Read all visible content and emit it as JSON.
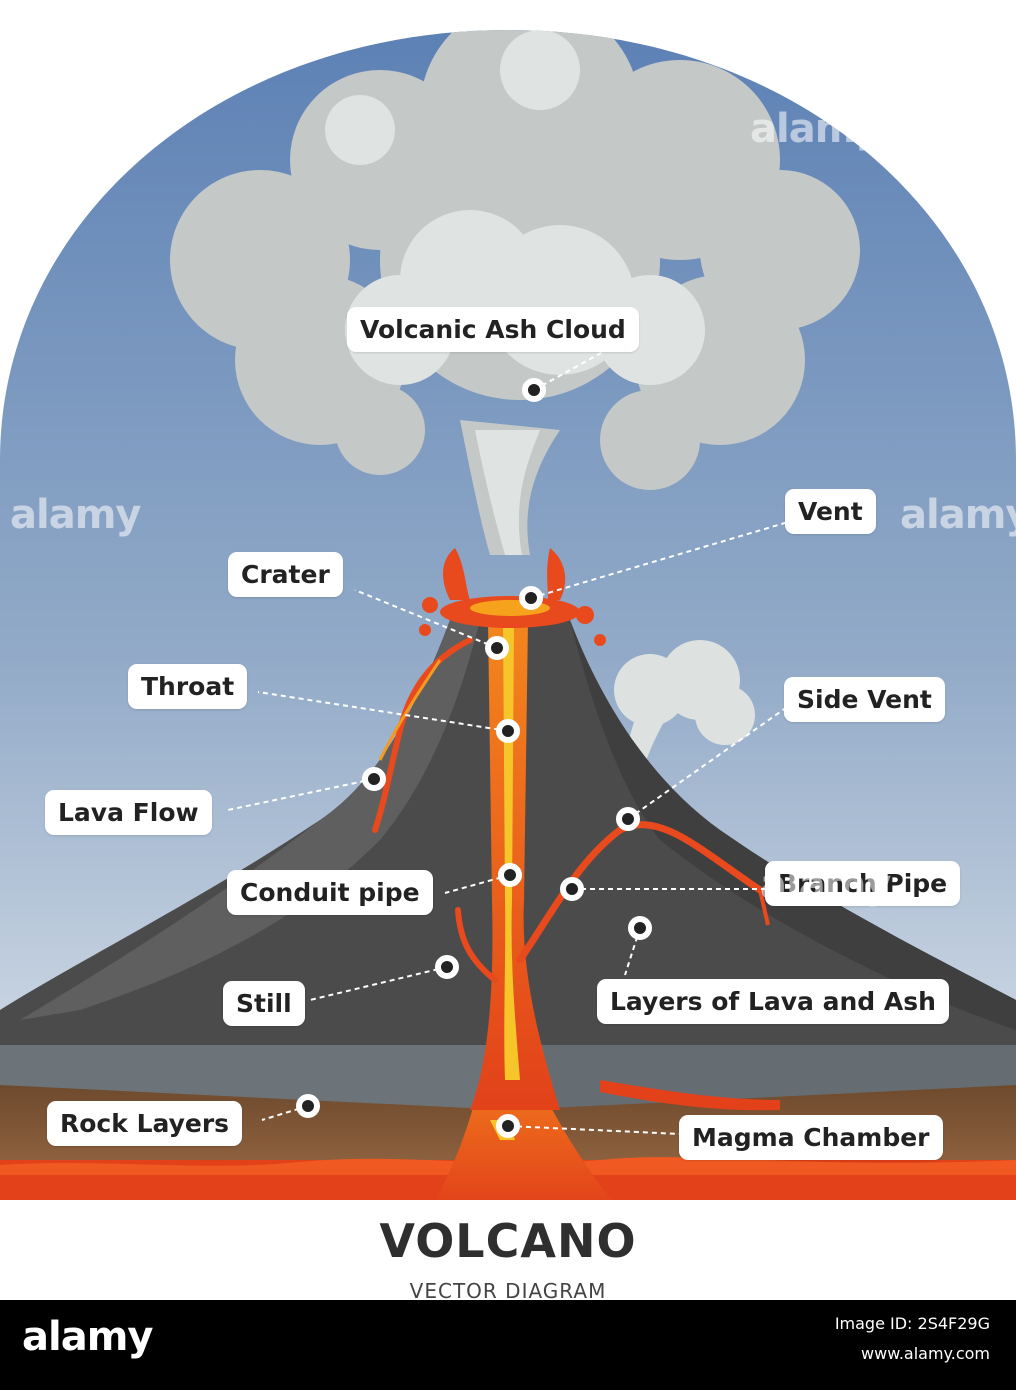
{
  "labels": {
    "ash_cloud": "Volcanic Ash Cloud",
    "vent": "Vent",
    "crater": "Crater",
    "throat": "Throat",
    "side_vent": "Side Vent",
    "lava_flow": "Lava Flow",
    "conduit_pipe": "Conduit pipe",
    "branch_pipe": "Branch Pipe",
    "still": "Still",
    "layers_lava_ash": "Layers of Lava and Ash",
    "rock_layers": "Rock Layers",
    "magma_chamber": "Magma Chamber"
  },
  "title": "VOLCANO",
  "subtitle": "VECTOR DIAGRAM",
  "watermark": "alamy",
  "footer": {
    "logo": "alamy",
    "image_id": "Image ID: 2S4F29G",
    "url": "www.alamy.com"
  },
  "colors": {
    "sky_top": "#5a7fb4",
    "sky_bottom": "#dde5ee",
    "ash": "#c4c9c8",
    "rock_dark": "#4b4b4b",
    "lava": "#e8491d",
    "lava_bright": "#f6a21c",
    "soil": "#8a5c3a"
  }
}
